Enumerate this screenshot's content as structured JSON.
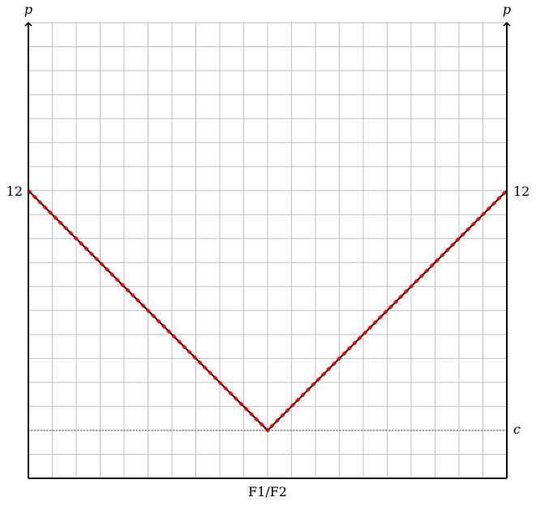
{
  "chart_data": {
    "type": "line",
    "title": "",
    "xlabel": "F1/F2",
    "ylabel_left": "p",
    "ylabel_right": "p",
    "xlim": [
      0,
      20
    ],
    "ylim": [
      0,
      19
    ],
    "grid": true,
    "y_ticks_left": [
      {
        "value": 12,
        "label": "12"
      }
    ],
    "y_ticks_right": [
      {
        "value": 12,
        "label": "12"
      }
    ],
    "reference_line": {
      "label": "c",
      "y": 2,
      "style": "dotted",
      "color": "#000000"
    },
    "series": [
      {
        "style": "solid",
        "color": "#000000",
        "x": [
          0,
          10,
          20
        ],
        "y": [
          12,
          2,
          12
        ]
      },
      {
        "style": "dashed",
        "color": "#ff0000",
        "x": [
          0,
          10,
          20
        ],
        "y": [
          12,
          2,
          12
        ]
      }
    ]
  }
}
